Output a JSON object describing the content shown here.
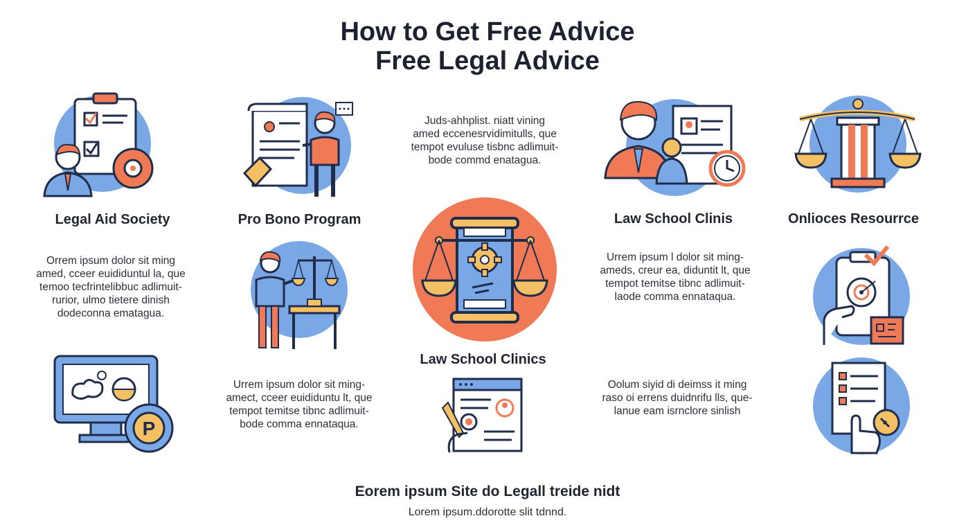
{
  "header": {
    "title_line1": "How to Get Free Advice",
    "title_line2": "Free Legal Advice"
  },
  "labels": {
    "legal_aid": "Legal Aid Society",
    "pro_bono": "Pro Bono Program",
    "law_school_top": "Law School Clinis",
    "online_resource": "Onlioces Resourrce",
    "law_school_center": "Law School Clinics"
  },
  "paragraphs": {
    "top_center": [
      "Juds-ahhplist. niatt vining",
      "amed eccenesrvidimitulls, que",
      "tempot evuluse tisbnc adlimuit-",
      "bode commd enatagua."
    ],
    "left": [
      "Orrem ipsum dolor sit ming",
      "amed, cceer euididuntul la, que",
      "temoo tecfrintelibbuc adlimuit-",
      "rurior, ulmo tietere dinish",
      "dodeconna ematagua."
    ],
    "right_mid": [
      "Urrem ipsum l dolor sit ming-",
      "ameds, creur ea, diduntit lt, que",
      "tempot temitse tibnc adlimuit-",
      "laode comma ennataqua."
    ],
    "center_left": [
      "Urrem ipsum dolor sit ming-",
      "amect, cceer euididuntu lt, que",
      "tempot temitse tibnc adlimuit-",
      "bode comma ennataqua."
    ],
    "right_low": [
      "Oolum siyid di deimss it ming",
      "raso oi errens duidnrifu lls, que-",
      "lanue eam isrnclore sinlish"
    ]
  },
  "footer": {
    "heading": "Eorem ipsum Site do Legall treide nidt",
    "sub": "Lorem ipsum.ddorotte slit tdnnd."
  },
  "icons": {
    "legal_aid": "checklist-gear-person-icon",
    "pro_bono": "document-person-chat-icon",
    "center_scales": "scales-gear-scroll-icon",
    "law_school": "person-certificate-clock-icon",
    "online": "scales-pillar-icon",
    "target_doc": "hand-target-document-icon",
    "computer": "computer-gear-icon",
    "person_scales": "person-scales-table-icon",
    "browser_doc": "browser-document-pen-icon",
    "checklist_hand": "checklist-hand-key-icon"
  },
  "colors": {
    "blue": "#7aa7e6",
    "orange": "#ef7a55",
    "navy": "#1f2d4a",
    "gold": "#f4c063"
  }
}
